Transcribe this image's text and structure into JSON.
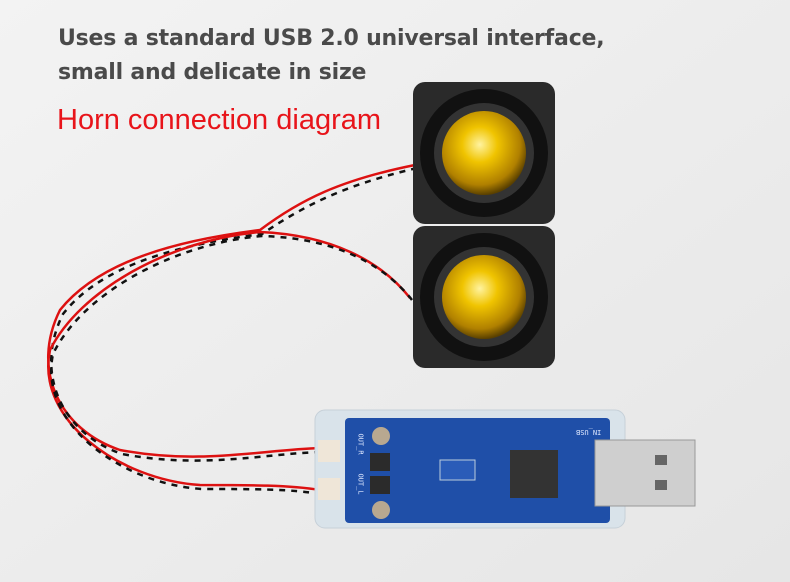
{
  "caption": {
    "line1": "Uses a standard USB 2.0 universal interface,",
    "line2": "small and delicate in size"
  },
  "title": "Horn connection diagram",
  "board_labels": {
    "out_r": "OUT_R",
    "out_l": "OUT_L",
    "in_usb": "IN_USB"
  },
  "colors": {
    "title": "#e8141a",
    "caption": "#4a4a4a",
    "pcb": "#1f4fa8",
    "speaker_cone": "#e0b000"
  }
}
